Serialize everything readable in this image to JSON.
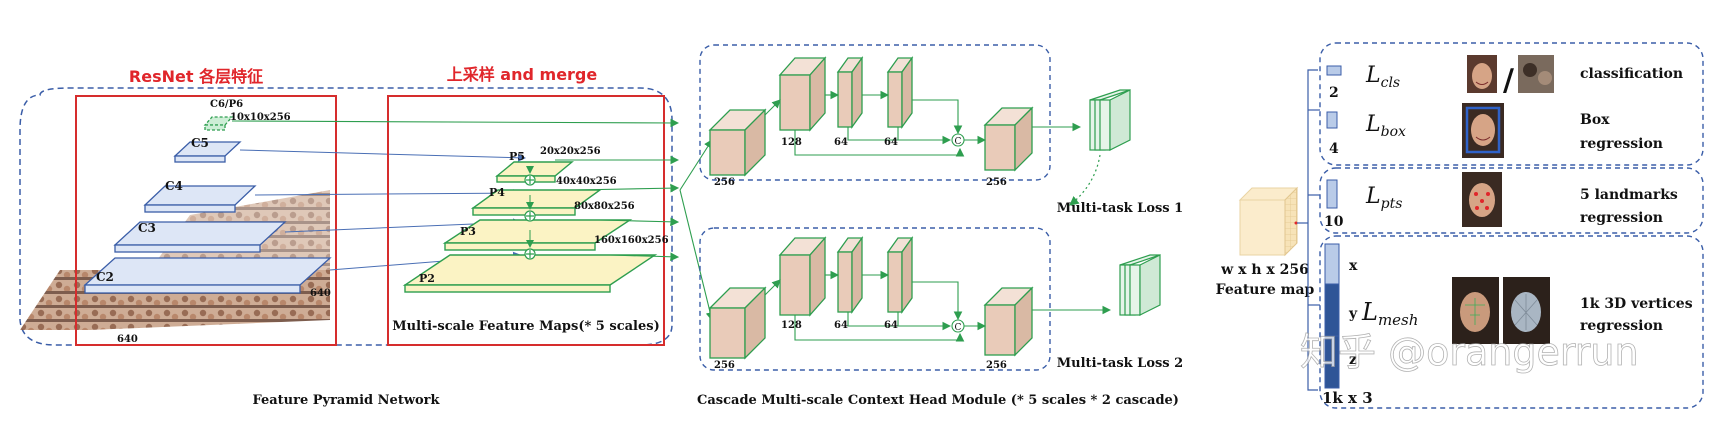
{
  "fpn": {
    "title_backbone": "ResNet 各层特征",
    "title_upsample": "上采样 and merge",
    "c_levels": [
      "C6/P6",
      "C5",
      "C4",
      "C3",
      "C2"
    ],
    "c6_size": "10x10x256",
    "p_levels": [
      "P5",
      "P4",
      "P3",
      "P2"
    ],
    "p_sizes": [
      "20x20x256",
      "40x40x256",
      "80x80x256",
      "160x160x256"
    ],
    "dim_width": "640",
    "dim_height": "640",
    "multiscale_caption": "Multi-scale Feature Maps(* 5 scales)",
    "caption": "Feature Pyramid Network"
  },
  "head": {
    "channels": [
      "256",
      "128",
      "64",
      "64",
      "256"
    ],
    "concat_symbol": "C",
    "loss1": "Multi-task Loss 1",
    "loss2": "Multi-task Loss 2",
    "caption": "Cascade Multi-scale Context Head Module (* 5 scales * 2 cascade)"
  },
  "feature_map": {
    "size": "w x h x 256",
    "label": "Feature map"
  },
  "losses": {
    "classification": {
      "dim": "2",
      "symbol_main": "L",
      "symbol_sub": "cls",
      "text": "classification",
      "slash": "/"
    },
    "box": {
      "dim": "4",
      "symbol_main": "L",
      "symbol_sub": "box",
      "text_line1": "Box",
      "text_line2": "regression"
    },
    "points": {
      "dim": "10",
      "symbol_main": "L",
      "symbol_sub": "pts",
      "text_line1": "5 landmarks",
      "text_line2": "regression"
    },
    "mesh": {
      "dim": "1k x 3",
      "symbol_main": "L",
      "symbol_sub": "mesh",
      "axes": [
        "x",
        "y",
        "z"
      ],
      "text_line1": "1k 3D vertices",
      "text_line2": "regression"
    }
  },
  "watermark": "知乎 @orangerrun",
  "colors": {
    "red": "#e0262b",
    "green": "#2e9e4f",
    "blue_dash": "#3b5ea8",
    "c_fill": "#dde6f6",
    "p_fill": "#fbf3c4",
    "box_face": "#e9cbb9",
    "mesh_bar": "#2f5597"
  }
}
